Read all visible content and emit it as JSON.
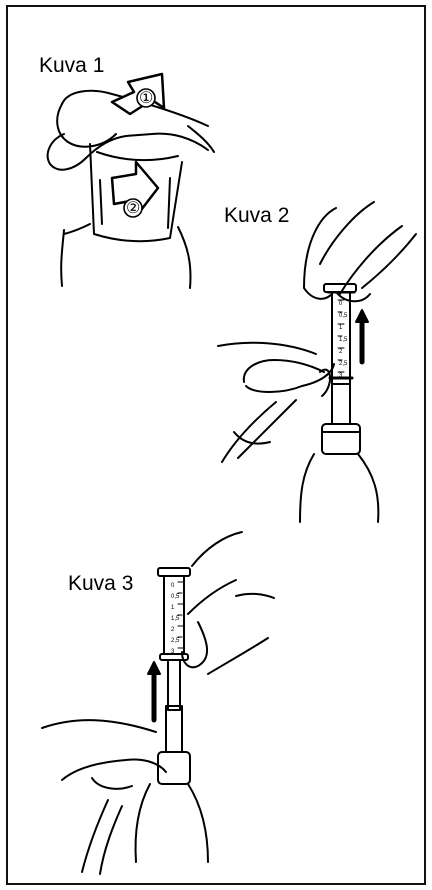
{
  "figures": [
    {
      "label": "Kuva 1",
      "step_markers": [
        "①",
        "②"
      ]
    },
    {
      "label": "Kuva 2"
    },
    {
      "label": "Kuva 3"
    }
  ],
  "syringe_scale": [
    "0",
    "0,5",
    "1",
    "1,5",
    "2",
    "2,5",
    "3"
  ]
}
